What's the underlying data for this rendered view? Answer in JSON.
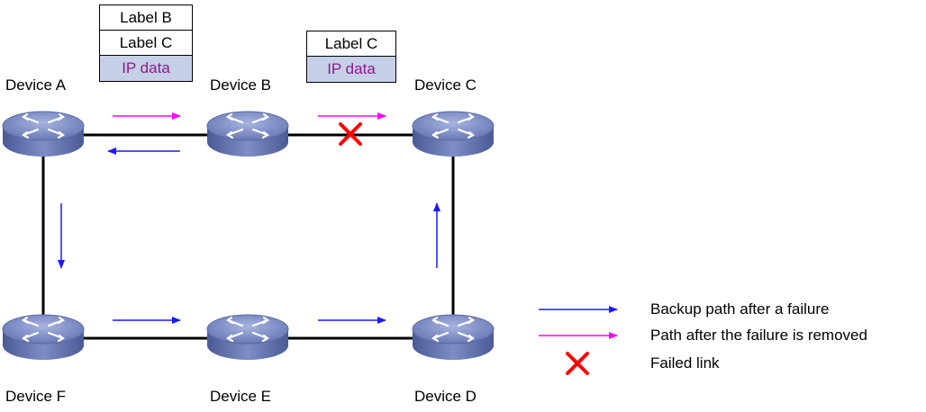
{
  "devices": {
    "a": "Device A",
    "b": "Device B",
    "c": "Device C",
    "d": "Device D",
    "e": "Device E",
    "f": "Device F"
  },
  "label_stack_ab": [
    "Label B",
    "Label C",
    "IP data"
  ],
  "label_stack_bc": [
    "Label C",
    "IP data"
  ],
  "legend": {
    "backup_path": "Backup path after a failure",
    "restored_path": "Path after the failure is removed",
    "failed_link": "Failed link"
  },
  "colors": {
    "backup_path": "#1a1aff",
    "restored_path": "#ff00ff",
    "failed_link": "#ff0000",
    "ip_data_bg": "#c5cfe8",
    "ip_data_text": "#8b1a8b",
    "router_body": "#6e7fb8"
  }
}
